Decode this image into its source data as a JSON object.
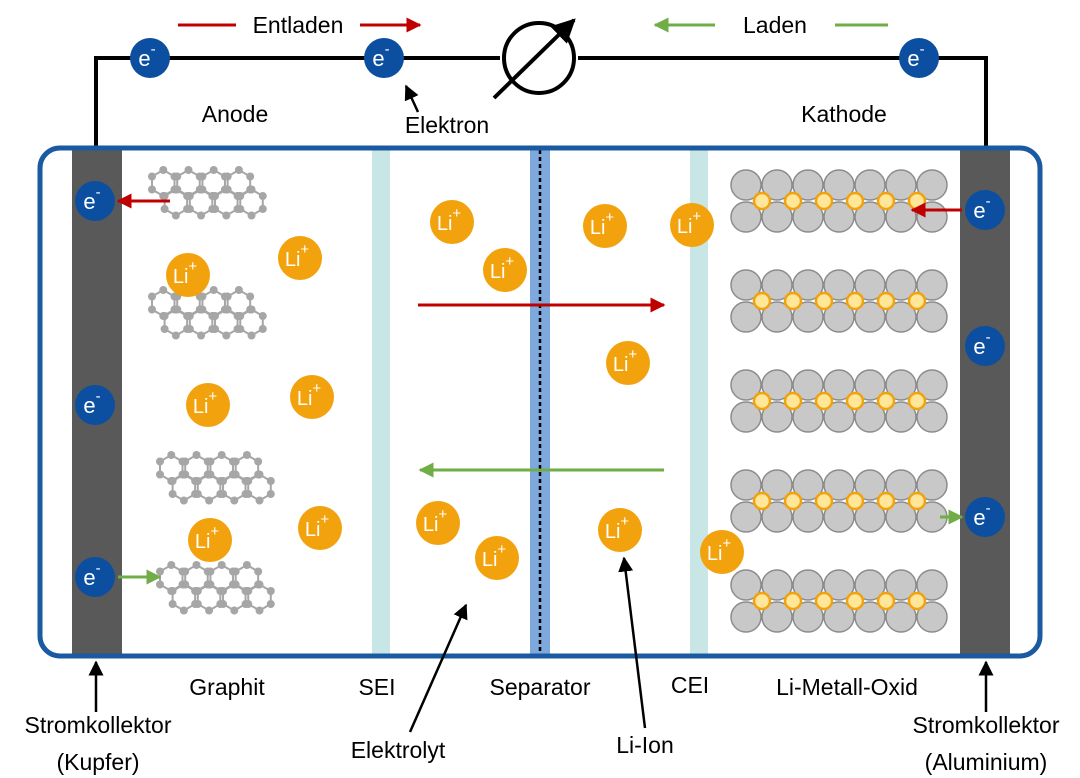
{
  "labels": {
    "discharge": "Entladen",
    "charge": "Laden",
    "anode": "Anode",
    "cathode": "Kathode",
    "electron": "Elektron",
    "graphite": "Graphit",
    "sei": "SEI",
    "separator": "Separator",
    "cei": "CEI",
    "cathode_material": "Li-Metall-Oxid",
    "collector_left_1": "Stromkollektor",
    "collector_left_2": "(Kupfer)",
    "electrolyte": "Elektrolyt",
    "li_ion": "Li-Ion",
    "collector_right_1": "Stromkollektor",
    "collector_right_2": "(Aluminium)"
  },
  "symbols": {
    "electron": "e",
    "electron_charge": "-",
    "lithium": "Li",
    "lithium_charge": "+"
  },
  "colors": {
    "frame": "#1a5aa0",
    "collector": "#595959",
    "electron_fill": "#0c4fa0",
    "li_fill": "#f2a20c",
    "discharge_arrow": "#c00000",
    "charge_arrow": "#70ad47",
    "interphase": "#c9e6e6",
    "separator": "#7ea9dc",
    "atom_gray": "#c8c8c8",
    "atom_yellow": "#ffe699"
  }
}
